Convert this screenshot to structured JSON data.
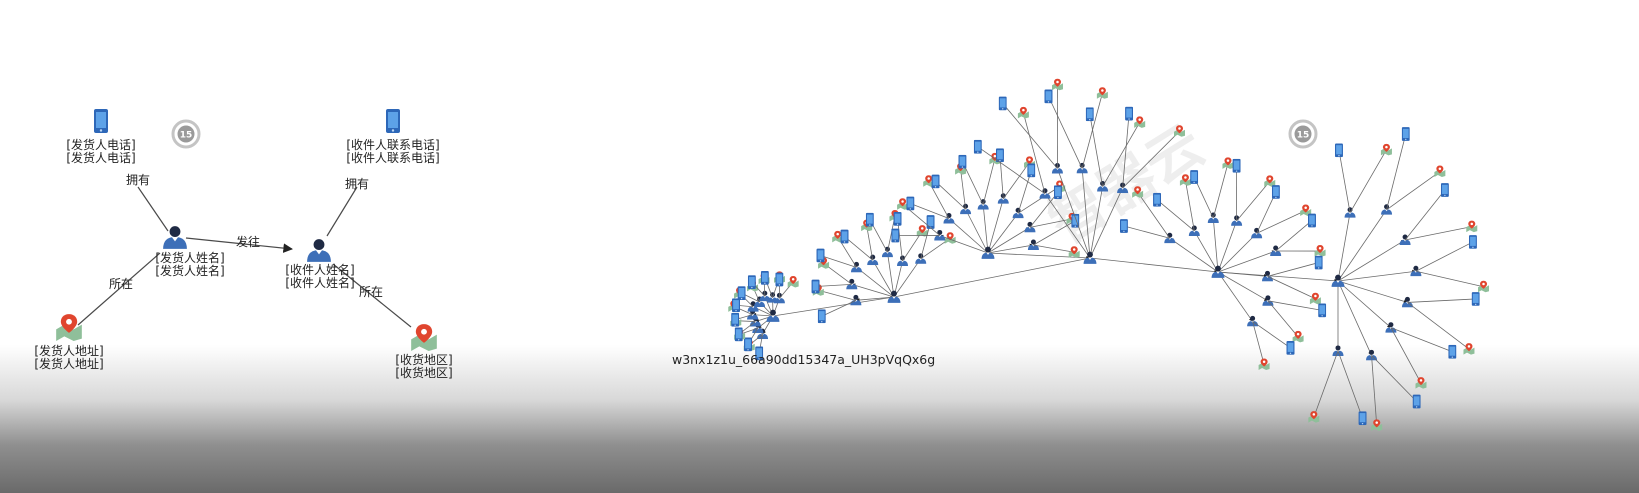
{
  "badges": [
    "15",
    "15"
  ],
  "schema": {
    "nodes": {
      "sender_phone": [
        "[发货人电话]",
        "[发货人电话]"
      ],
      "sender_name": [
        "[发货人姓名]",
        "[发货人姓名]"
      ],
      "sender_addr": [
        "[发货人地址]",
        "[发货人地址]"
      ],
      "receiver_phone": [
        "[收件人联系电话]",
        "[收件人联系电话]"
      ],
      "receiver_name": [
        "[收件人姓名]",
        "[收件人姓名]"
      ],
      "receiver_area": [
        "[收货地区]",
        "[收货地区]"
      ]
    },
    "edges": {
      "own_left": "拥有",
      "ship_to": "发往",
      "own_right": "拥有",
      "located_left": "所在",
      "located_right": "所在"
    }
  },
  "image_id_caption": "w3nx1z1u_66a90dd15347a_UH3pVqQx6g",
  "watermark_text": "智器云",
  "colors": {
    "person": "#3d6fb8",
    "phone": "#2d67b8",
    "pin": "#e0452e",
    "map": "#8fbf9a"
  }
}
